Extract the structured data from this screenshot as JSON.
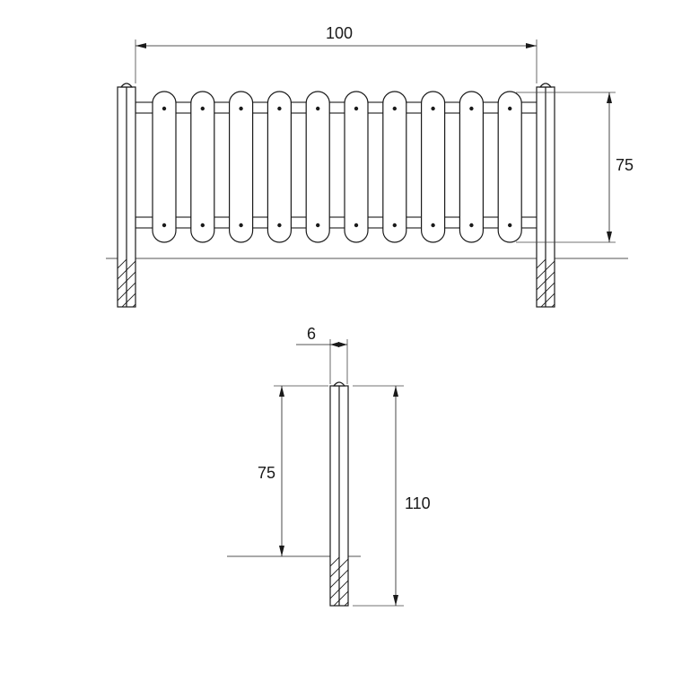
{
  "front_view": {
    "width_label": "100",
    "height_label": "75",
    "board_count": 10
  },
  "side_view": {
    "post_width_label": "6",
    "above_ground_label": "75",
    "total_height_label": "110"
  }
}
